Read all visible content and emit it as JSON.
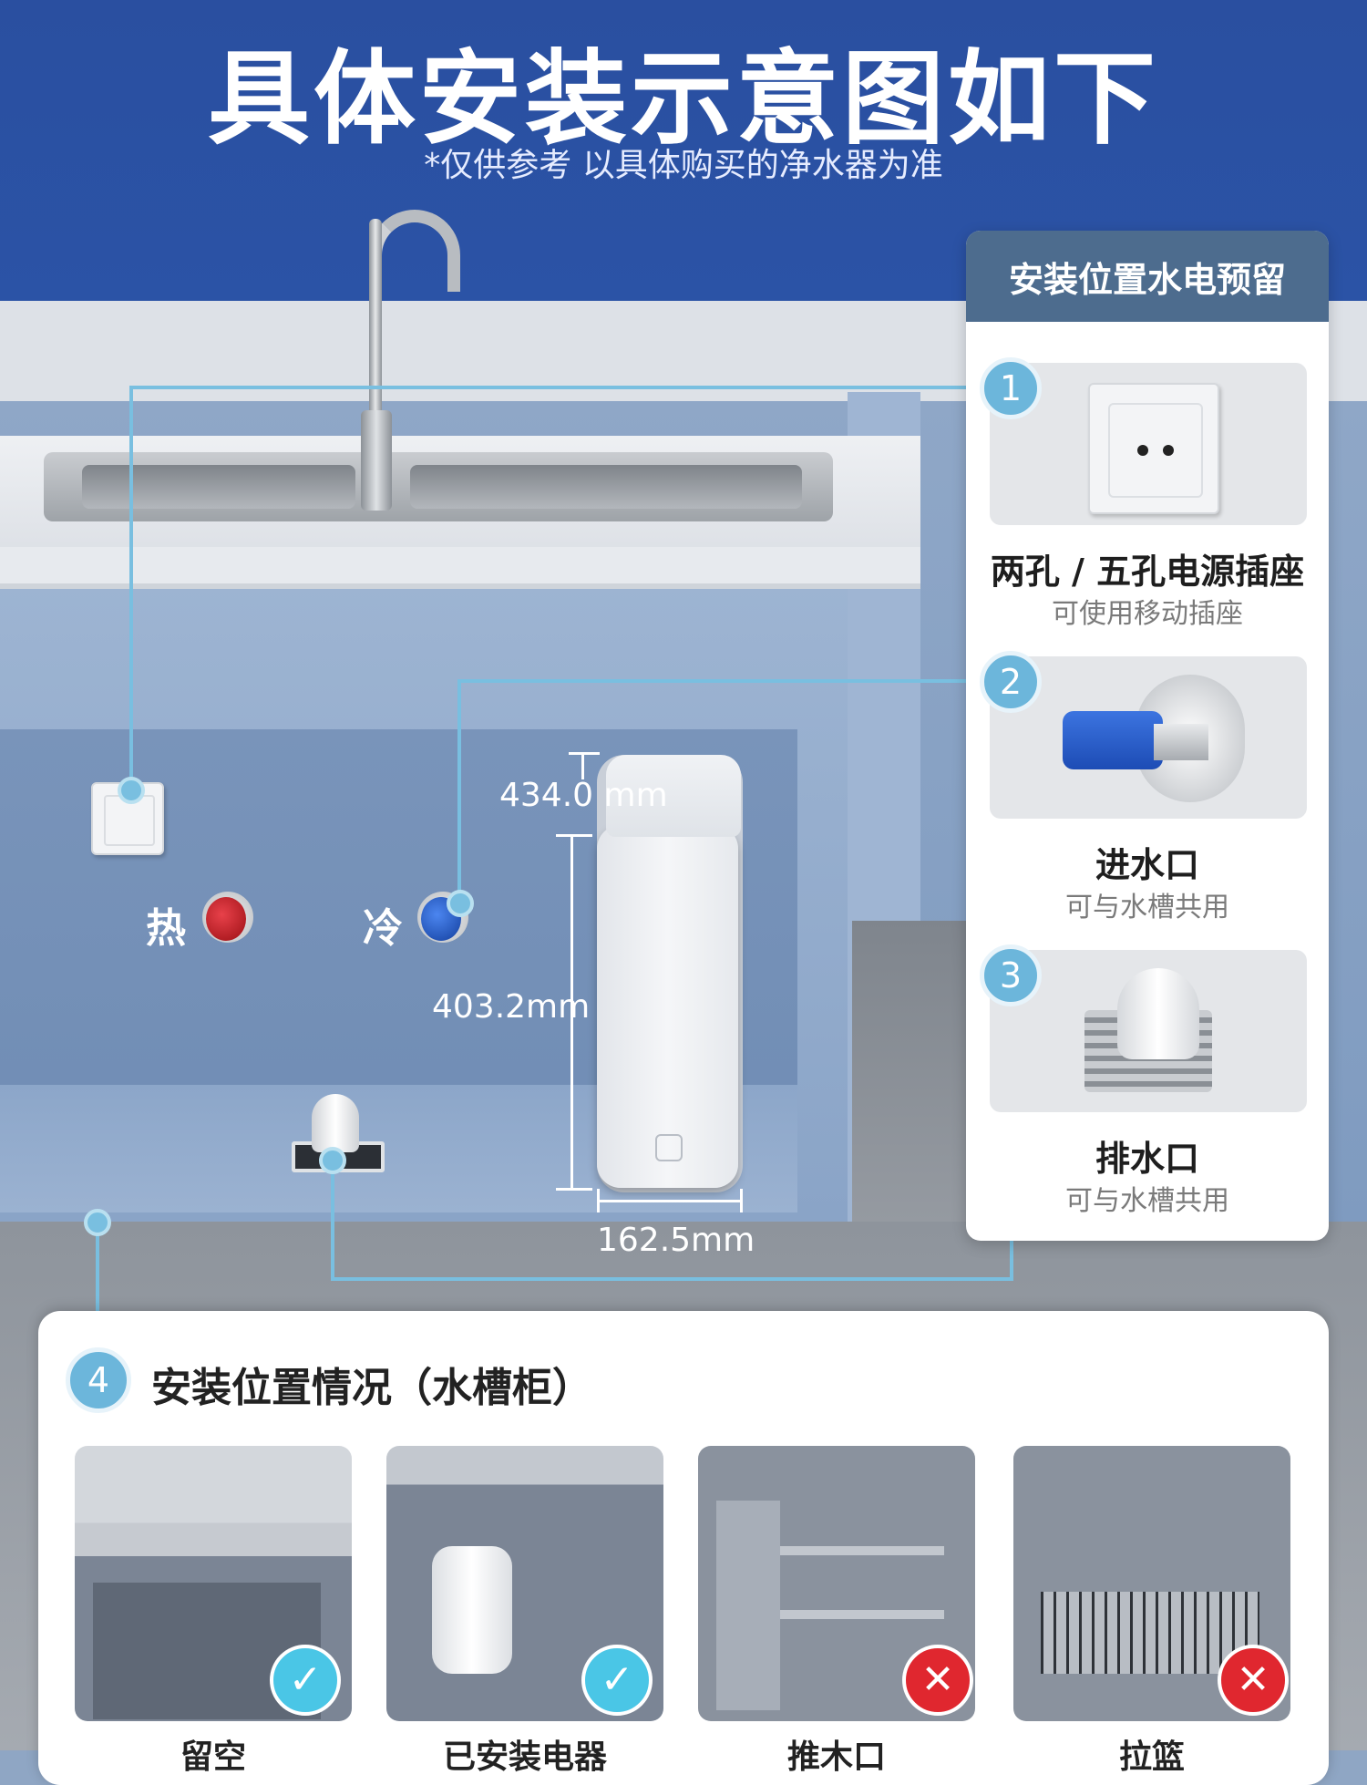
{
  "header": {
    "title": "具体安装示意图如下",
    "subtitle": "*仅供参考 以具体购买的净水器为准"
  },
  "scene": {
    "hot_label": "热",
    "cold_label": "冷",
    "dimensions": {
      "height_total": "434.0 mm",
      "height_body": "403.2mm",
      "width": "162.5mm"
    },
    "colors": {
      "hot": "#c4151b",
      "cold": "#1f56c9",
      "leader": "#79bfe0",
      "header_bg": "#2a4fa0"
    }
  },
  "panel": {
    "title": "安装位置水电预留",
    "items": [
      {
        "num": "1",
        "icon": "power-socket-icon",
        "title": "两孔 / 五孔电源插座",
        "desc": "可使用移动插座"
      },
      {
        "num": "2",
        "icon": "water-inlet-valve-icon",
        "title": "进水口",
        "desc": "可与水槽共用"
      },
      {
        "num": "3",
        "icon": "floor-drain-icon",
        "title": "排水口",
        "desc": "可与水槽共用"
      }
    ]
  },
  "bottom": {
    "num": "4",
    "title": "安装位置情况（水槽柜）",
    "options": [
      {
        "icon": "empty-cabinet-icon",
        "status": "ok",
        "mark": "✓",
        "caption": "留空"
      },
      {
        "icon": "water-heater-cabinet-icon",
        "status": "ok",
        "mark": "✓",
        "caption": "已安装电器"
      },
      {
        "icon": "shelf-cabinet-icon",
        "status": "no",
        "mark": "✕",
        "caption": "推木口"
      },
      {
        "icon": "drawer-cabinet-icon",
        "status": "no",
        "mark": "✕",
        "caption": "拉篮"
      }
    ]
  }
}
